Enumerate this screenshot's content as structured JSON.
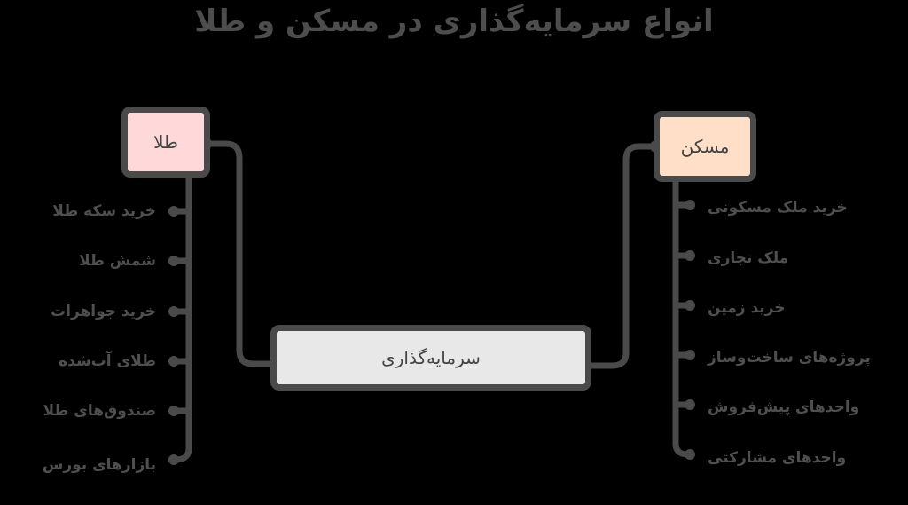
{
  "title": "انواع سرمایه‌گذاری در مسکن و طلا",
  "center": {
    "label": "سرمایه‌گذاری",
    "fill": "#e8e8e8"
  },
  "left": {
    "label": "طلا",
    "fill": "#ffd9d9",
    "items": [
      "خرید سکه طلا",
      "شمش طلا",
      "خرید جواهرات",
      "طلای آب‌شده",
      "صندوق‌های طلا",
      "بازارهای بورس"
    ]
  },
  "right": {
    "label": "مسکن",
    "fill": "#ffdfc8",
    "items": [
      "خرید ملک مسکونی",
      "ملک تجاری",
      "خرید زمین",
      "پروژه‌های ساخت‌وساز",
      "واحدهای پیش‌فروش",
      "واحدهای مشارکتی"
    ]
  },
  "colors": {
    "line": "#4a4a4a",
    "background": "#000000"
  }
}
